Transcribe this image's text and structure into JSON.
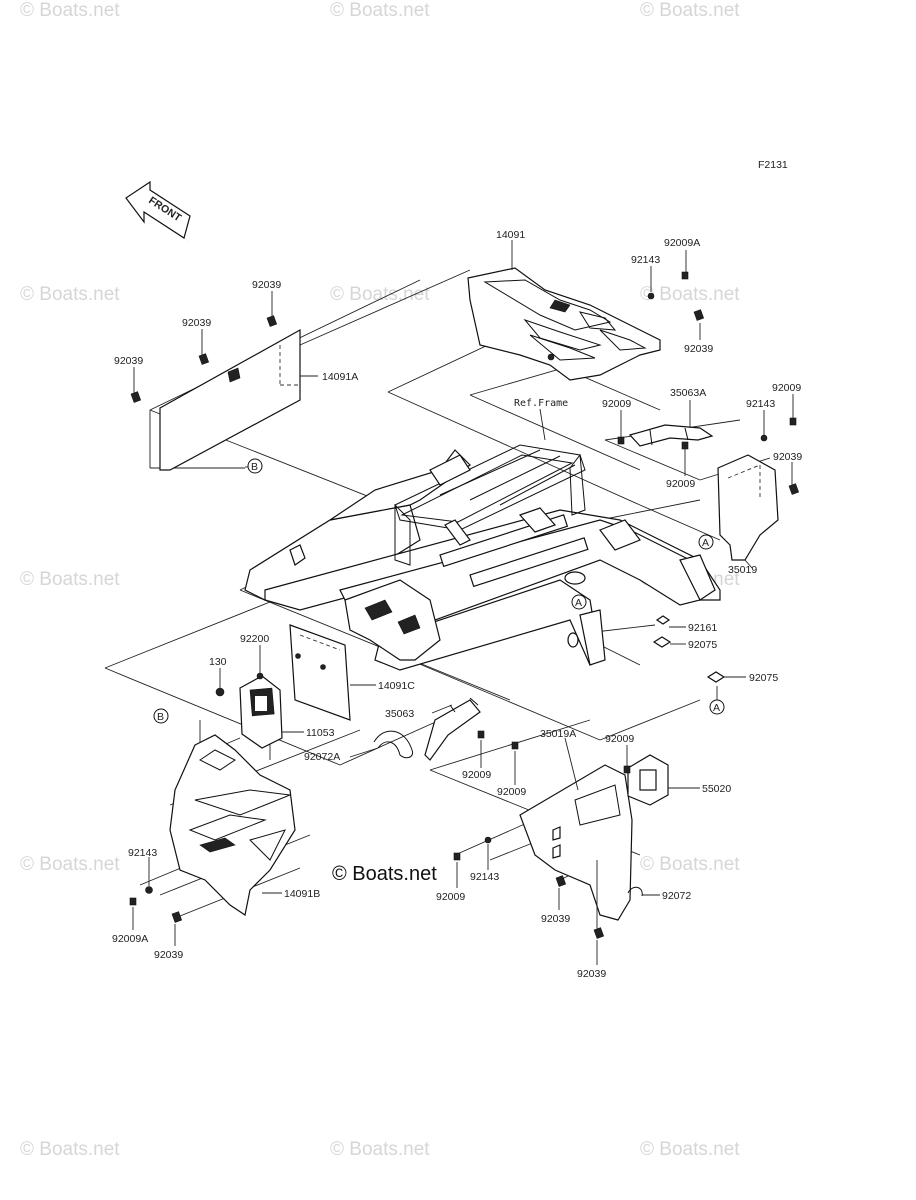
{
  "figure_id": "F2131",
  "front_label": "FRONT",
  "ref_frame_label": "Ref.Frame",
  "watermark_text": "© Boats.net",
  "part_labels": {
    "p14091": "14091",
    "p92009A_top": "92009A",
    "p92143_top": "92143",
    "p92039_topright": "92039",
    "p92039_a": "92039",
    "p92039_b": "92039",
    "p92039_c": "92039",
    "p14091A": "14091A",
    "pB_left": "B",
    "p35063A": "35063A",
    "p92009_r1": "92009",
    "p92143_r": "92143",
    "p92009_r2": "92009",
    "p92009_r3": "92009",
    "p92039_r": "92039",
    "pA_1": "A",
    "p35019": "35019",
    "pA_2": "A",
    "p92161": "92161",
    "p92075_a": "92075",
    "p92075_b": "92075",
    "pA_3": "A",
    "p92200": "92200",
    "p130": "130",
    "p14091C": "14091C",
    "p11053": "11053",
    "p35063": "35063",
    "p92072A": "92072A",
    "p92009_m1": "92009",
    "p92009_m2": "92009",
    "p35019A": "35019A",
    "p92009_m3": "92009",
    "p55020": "55020",
    "pB_bottom": "B",
    "p92143_bl": "92143",
    "p92009A_bl": "92009A",
    "p92039_bl": "92039",
    "p14091B": "14091B",
    "p92009_bm": "92009",
    "p92143_bm": "92143",
    "p92039_bm1": "92039",
    "p92039_bm2": "92039",
    "p92072": "92072"
  }
}
